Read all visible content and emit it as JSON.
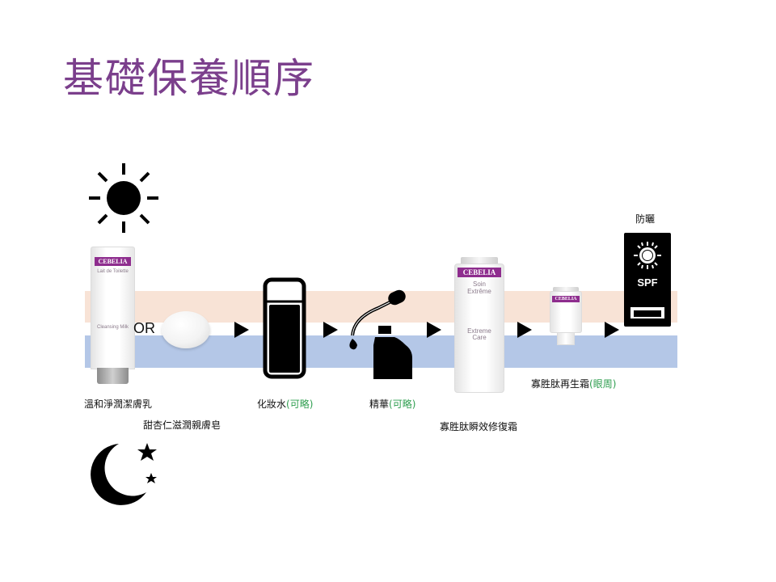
{
  "title": "基礎保養順序",
  "or_text": "OR",
  "steps": {
    "cleansing_milk": {
      "label": "溫和淨潤潔膚乳",
      "brand": "CEBELIA",
      "line1": "Lait de Toilette",
      "line2": "Cleansing Milk"
    },
    "soap": {
      "label": "甜杏仁滋潤親膚皂"
    },
    "toner": {
      "label": "化妝水",
      "note": "(可略)"
    },
    "serum": {
      "label": "精華",
      "note": "(可略)"
    },
    "repair_cream": {
      "label": "寡胜肽瞬效修復霜",
      "brand": "CEBELIA",
      "line1": "Soin",
      "line2": "Extrême",
      "line3": "Extreme",
      "line4": "Care"
    },
    "eye_cream": {
      "label": "寡胜肽再生霜",
      "note": "(眼周)",
      "brand": "CEBELIA"
    },
    "sunscreen": {
      "label": "防曬",
      "badge": "SPF"
    }
  },
  "colors": {
    "title": "#7b3f8c",
    "brand": "#8e2d8e",
    "band_top": "#f8e3d6",
    "band_bottom": "#b4c7e7",
    "note": "#2e9e4f"
  },
  "icons": [
    "sun-icon",
    "moon-stars-icon",
    "arrow-right-icon",
    "toner-bottle-icon",
    "dropper-serum-icon",
    "sunscreen-tube-icon"
  ]
}
